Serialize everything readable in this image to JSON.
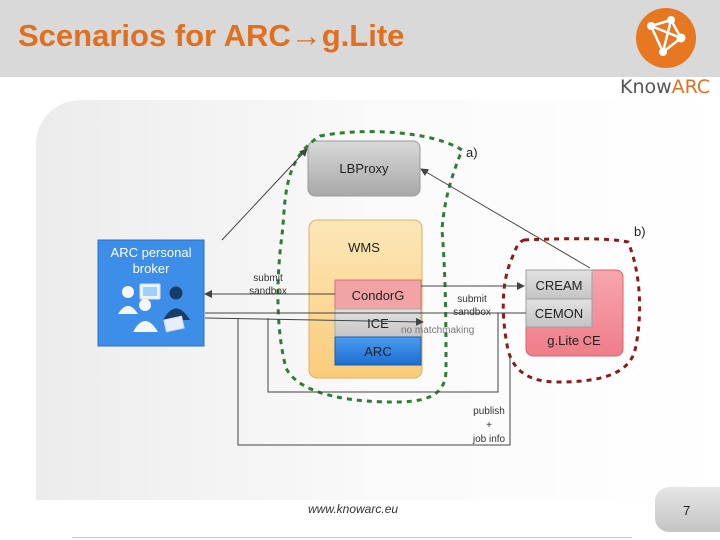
{
  "slide": {
    "title": "Scenarios for ARC→g.Lite",
    "brand_know": "Know",
    "brand_arc": "ARC",
    "footer_url": "www.knowarc.eu",
    "page_number": "7"
  },
  "diagram": {
    "lbproxy": "LBProxy",
    "wms": "WMS",
    "condorg": "CondorG",
    "ice": "ICE",
    "arc": "ARC",
    "broker_line1": "ARC personal",
    "broker_line2": "broker",
    "cream": "CREAM",
    "cemon": "CEMON",
    "glite_ce": "g.Lite CE",
    "label_a": "a)",
    "label_b": "b)",
    "submit_left_1": "submit",
    "submit_left_2": "sandbox",
    "submit_right_1": "submit",
    "submit_right_2": "sandbox",
    "no_matchmaking": "no matchmaking",
    "publish_1": "publish",
    "publish_2": "+",
    "publish_3": "job info"
  },
  "colors": {
    "title": "#e07020",
    "dash_green": "#2e7d32",
    "dash_red": "#8b1a1a",
    "wms_fill": "#fbd99a",
    "arc_fill": "#2f86e0",
    "ce_fill": "#f4909a",
    "lbproxy_fill": "#bdbdbd"
  }
}
